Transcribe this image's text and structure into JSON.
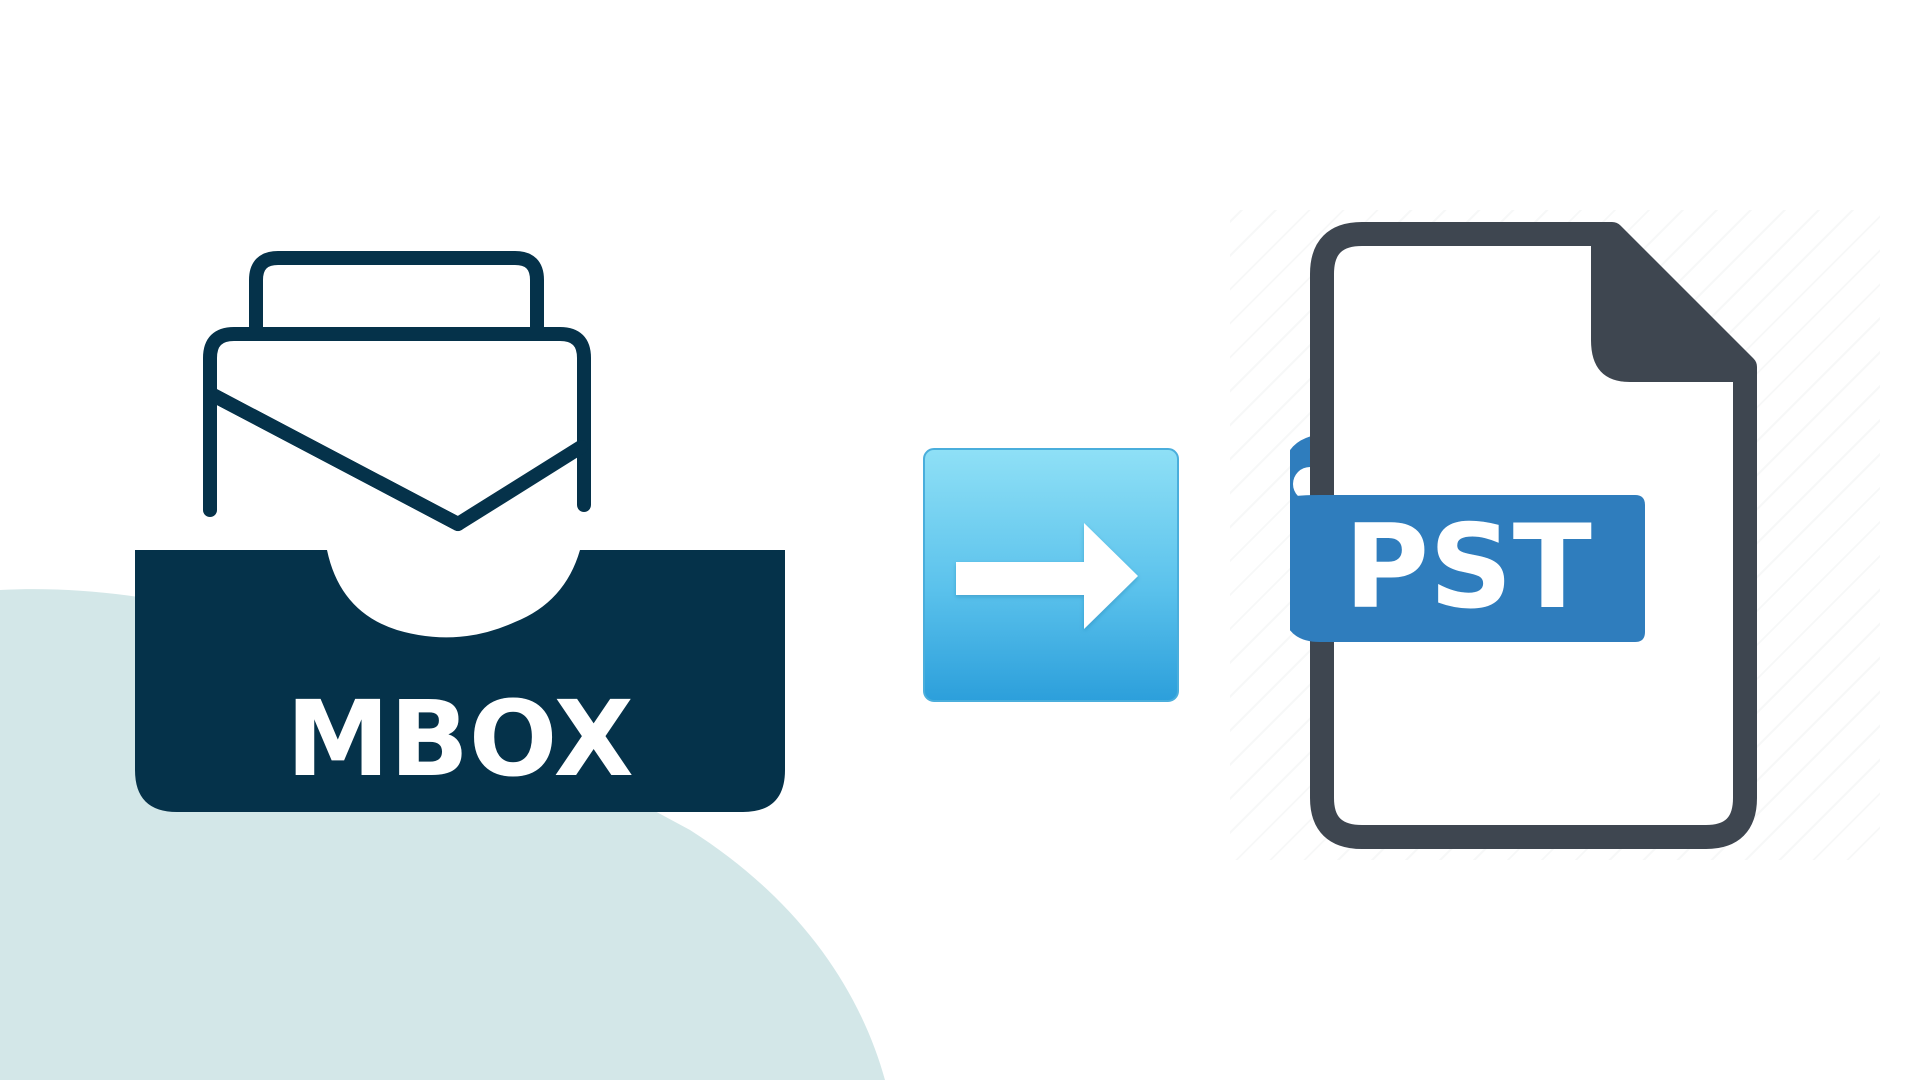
{
  "graphic": {
    "title": "MBOX to PST conversion",
    "source": {
      "label": "MBOX",
      "icon": "mailbox-tray-icon",
      "color": "#05324A"
    },
    "connector": {
      "icon": "arrow-right-icon",
      "gradient_top": "#8FE0F6",
      "gradient_bottom": "#2C9FDB"
    },
    "target": {
      "label": "PST",
      "icon": "file-document-icon",
      "outline_color": "#3E4650",
      "tag_color": "#2F7DBD"
    },
    "background": {
      "color": "#FFFFFF",
      "blob_color": "#D3E7E8"
    }
  }
}
